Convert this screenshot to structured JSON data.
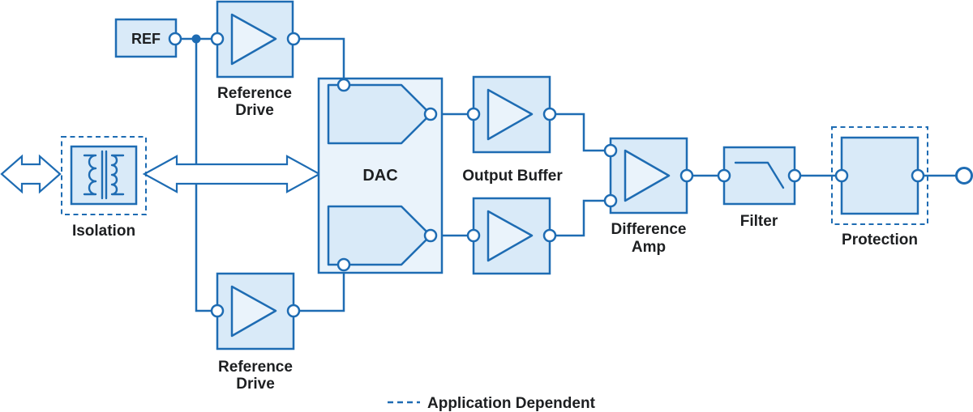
{
  "blocks": {
    "ref": {
      "label": "REF"
    },
    "reference_drive_top": {
      "label_line1": "Reference",
      "label_line2": "Drive"
    },
    "isolation": {
      "label": "Isolation"
    },
    "dac": {
      "label": "DAC"
    },
    "output_buffer": {
      "label": "Output Buffer"
    },
    "difference_amp": {
      "label_line1": "Difference",
      "label_line2": "Amp"
    },
    "filter": {
      "label": "Filter"
    },
    "protection": {
      "label": "Protection"
    },
    "reference_drive_bottom": {
      "label_line1": "Reference",
      "label_line2": "Drive"
    }
  },
  "legend": {
    "dashed_label": "Application Dependent"
  },
  "icons": {
    "isolation_icon": "transformer-icon",
    "filter_icon": "lowpass-filter-icon",
    "amplifier_icon": "amplifier-triangle-icon",
    "bus_icon": "double-headed-arrow-icon"
  },
  "colors": {
    "line_blue": "#1e6cb3",
    "block_fill": "#d9eaf8",
    "block_fill_light": "#eaf3fb",
    "text": "#1d1f21",
    "background": "#ffffff"
  }
}
